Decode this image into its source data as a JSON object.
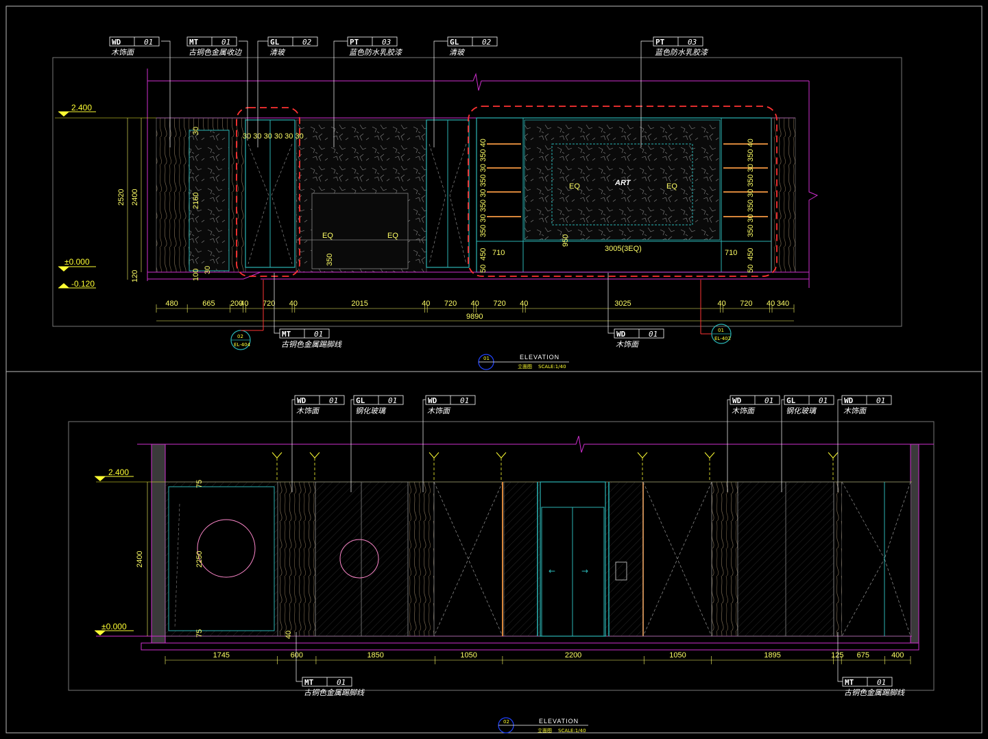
{
  "colors": {
    "background": "#000000",
    "frame": "#ffffff",
    "wall_line": "#d02fd0",
    "cabinet_line": "#2bb5b5",
    "dimension": "#ffff66",
    "section_mark": "#ff3333",
    "wood": "#8a6a3a"
  },
  "tags_top": [
    {
      "code": "WD",
      "num": "01",
      "desc": "木饰面"
    },
    {
      "code": "MT",
      "num": "01",
      "desc": "古铜色金属收边"
    },
    {
      "code": "GL",
      "num": "02",
      "desc": "清玻"
    },
    {
      "code": "PT",
      "num": "03",
      "desc": "蓝色防水乳胶漆"
    },
    {
      "code": "GL",
      "num": "02",
      "desc": "清玻"
    },
    {
      "code": "PT",
      "num": "03",
      "desc": "蓝色防水乳胶漆"
    }
  ],
  "tags_top_bottom": [
    {
      "code": "MT",
      "num": "01",
      "desc": "古铜色金属踢脚线"
    },
    {
      "code": "WD",
      "num": "01",
      "desc": "木饰面"
    }
  ],
  "levels_top": {
    "upper": "2.400",
    "floor": "±0.000",
    "lower": "-0.120"
  },
  "vertical_dims_top": {
    "total": "2520",
    "wall": "2400",
    "base": "120",
    "panel": "2160",
    "gap_a": "30",
    "gap_b": "100",
    "gap_c": "30"
  },
  "shelf_dims": {
    "left": "350 30 350 30 350 30 350 40",
    "right": "350 30 350 30 350 30 350 40",
    "bottom_a": "450",
    "bottom_b": "50",
    "mid": "950",
    "plinth": "350"
  },
  "panel_dims_top": "30 30 30 30 30 30",
  "horizontal_dims_top": [
    "480",
    "665",
    "200",
    "40",
    "720",
    "40",
    "2015",
    "40",
    "720",
    "40",
    "720",
    "40",
    "3025",
    "40",
    "720",
    "40",
    "340"
  ],
  "total_width_top": "9890",
  "inner_dims_top": {
    "left_bay": "710",
    "center": "3005(3EQ)",
    "right_bay": "710",
    "eq": "EQ",
    "art": "ART"
  },
  "section_marks": [
    {
      "num": "02",
      "ref": "EL-404"
    },
    {
      "num": "01",
      "ref": "EL-402"
    }
  ],
  "title_top": {
    "num": "01",
    "title": "ELEVATION",
    "sub": "立面图",
    "scale": "SCALE:1/40"
  },
  "tags_bottom": [
    {
      "code": "WD",
      "num": "01",
      "desc": "木饰面"
    },
    {
      "code": "GL",
      "num": "01",
      "desc": "钢化玻璃"
    },
    {
      "code": "WD",
      "num": "01",
      "desc": "木饰面"
    },
    {
      "code": "WD",
      "num": "01",
      "desc": "木饰面"
    },
    {
      "code": "GL",
      "num": "01",
      "desc": "钢化玻璃"
    },
    {
      "code": "WD",
      "num": "01",
      "desc": "木饰面"
    }
  ],
  "tags_bottom_low": [
    {
      "code": "MT",
      "num": "01",
      "desc": "古铜色金属踢脚线"
    },
    {
      "code": "MT",
      "num": "01",
      "desc": "古铜色金属踢脚线"
    }
  ],
  "levels_bottom": {
    "upper": "2.400",
    "floor": "±0.000"
  },
  "vertical_dims_bottom": {
    "wall": "2400",
    "panel": "2250",
    "top": "75",
    "bottom": "75",
    "gap": "40"
  },
  "horizontal_dims_bottom": [
    "1745",
    "600",
    "1850",
    "1050",
    "2200",
    "1050",
    "1895",
    "125",
    "675",
    "400"
  ],
  "title_bottom": {
    "num": "02",
    "title": "ELEVATION",
    "sub": "立面图",
    "scale": "SCALE:1/40"
  }
}
